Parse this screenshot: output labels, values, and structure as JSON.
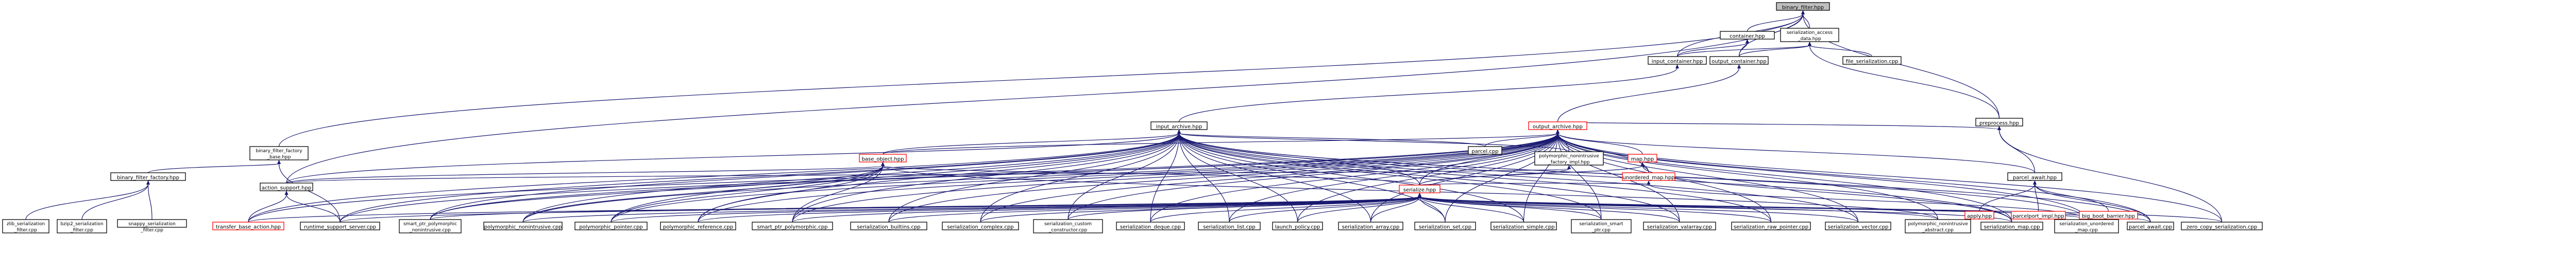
{
  "colors": {
    "edge": "#191970",
    "highlight_border": "#ff0000",
    "root_fill": "#bfbfbf",
    "node_border": "#000000"
  },
  "nodes": {
    "binary_filter": {
      "lines": [
        "binary_filter.hpp"
      ]
    },
    "container": {
      "lines": [
        "container.hpp"
      ]
    },
    "serialization_access_data": {
      "lines": [
        "serialization_access",
        "_data.hpp"
      ]
    },
    "input_container": {
      "lines": [
        "input_container.hpp"
      ]
    },
    "output_container": {
      "lines": [
        "output_container.hpp"
      ]
    },
    "file_serialization": {
      "lines": [
        "file_serialization.cpp"
      ]
    },
    "preprocess": {
      "lines": [
        "preprocess.hpp"
      ]
    },
    "input_archive": {
      "lines": [
        "input_archive.hpp"
      ]
    },
    "output_archive": {
      "lines": [
        "output_archive.hpp"
      ]
    },
    "parcel_cpp": {
      "lines": [
        "parcel.cpp"
      ]
    },
    "binary_filter_factory_base": {
      "lines": [
        "binary_filter_factory",
        "_base.hpp"
      ]
    },
    "base_object": {
      "lines": [
        "base_object.hpp"
      ]
    },
    "polymorphic_nonintrusive_factory_impl": {
      "lines": [
        "polymorphic_nonintrusive",
        "_factory_impl.hpp"
      ]
    },
    "map_hpp": {
      "lines": [
        "map.hpp"
      ]
    },
    "unordered_map_hpp": {
      "lines": [
        "unordered_map.hpp"
      ]
    },
    "parcel_await_hpp": {
      "lines": [
        "parcel_await.hpp"
      ]
    },
    "binary_filter_factory": {
      "lines": [
        "binary_filter_factory.hpp"
      ]
    },
    "action_support": {
      "lines": [
        "action_support.hpp"
      ]
    },
    "serialize_hpp": {
      "lines": [
        "serialize.hpp"
      ]
    },
    "apply_hpp": {
      "lines": [
        "apply.hpp"
      ]
    },
    "parcelport_impl": {
      "lines": [
        "parcelport_impl.hpp"
      ]
    },
    "big_boot_barrier": {
      "lines": [
        "big_boot_barrier.hpp"
      ]
    },
    "zlib_serialization_filter": {
      "lines": [
        "zlib_serialization",
        "_filter.cpp"
      ]
    },
    "bzip2_serialization_filter": {
      "lines": [
        "bzip2_serialization",
        "_filter.cpp"
      ]
    },
    "snappy_serialization_filter": {
      "lines": [
        "snappy_serialization",
        "_filter.cpp"
      ]
    },
    "transfer_base_action": {
      "lines": [
        "transfer_base_action.hpp"
      ]
    },
    "runtime_support_server": {
      "lines": [
        "runtime_support_server.cpp"
      ]
    },
    "smart_ptr_polymorphic_nonintrusive": {
      "lines": [
        "smart_ptr_polymorphic",
        "_nonintrusive.cpp"
      ]
    },
    "polymorphic_nonintrusive": {
      "lines": [
        "polymorphic_nonintrusive.cpp"
      ]
    },
    "polymorphic_pointer": {
      "lines": [
        "polymorphic_pointer.cpp"
      ]
    },
    "polymorphic_reference": {
      "lines": [
        "polymorphic_reference.cpp"
      ]
    },
    "smart_ptr_polymorphic": {
      "lines": [
        "smart_ptr_polymorphic.cpp"
      ]
    },
    "serialization_builtins": {
      "lines": [
        "serialization_builtins.cpp"
      ]
    },
    "serialization_complex": {
      "lines": [
        "serialization_complex.cpp"
      ]
    },
    "serialization_custom_constructor": {
      "lines": [
        "serialization_custom",
        "_constructor.cpp"
      ]
    },
    "serialization_deque": {
      "lines": [
        "serialization_deque.cpp"
      ]
    },
    "serialization_list": {
      "lines": [
        "serialization_list.cpp"
      ]
    },
    "launch_policy": {
      "lines": [
        "launch_policy.cpp"
      ]
    },
    "serialization_array": {
      "lines": [
        "serialization_array.cpp"
      ]
    },
    "serialization_set": {
      "lines": [
        "serialization_set.cpp"
      ]
    },
    "serialization_simple": {
      "lines": [
        "serialization_simple.cpp"
      ]
    },
    "serialization_smart_ptr": {
      "lines": [
        "serialization_smart",
        "_ptr.cpp"
      ]
    },
    "serialization_valarray": {
      "lines": [
        "serialization_valarray.cpp"
      ]
    },
    "serialization_vector": {
      "lines": [
        "serialization_vector.cpp"
      ]
    },
    "serialization_raw_pointer": {
      "lines": [
        "serialization_raw_pointer.cpp"
      ]
    },
    "polymorphic_nonintrusive_abstract": {
      "lines": [
        "polymorphic_nonintrusive",
        "_abstract.cpp"
      ]
    },
    "serialization_map": {
      "lines": [
        "serialization_map.cpp"
      ]
    },
    "serialization_unordered_map": {
      "lines": [
        "serialization_unordered",
        "_map.cpp"
      ]
    },
    "parcel_await_cpp": {
      "lines": [
        "parcel_await.cpp"
      ]
    },
    "zero_copy_serialization": {
      "lines": [
        "zero_copy_serialization.cpp"
      ]
    }
  }
}
